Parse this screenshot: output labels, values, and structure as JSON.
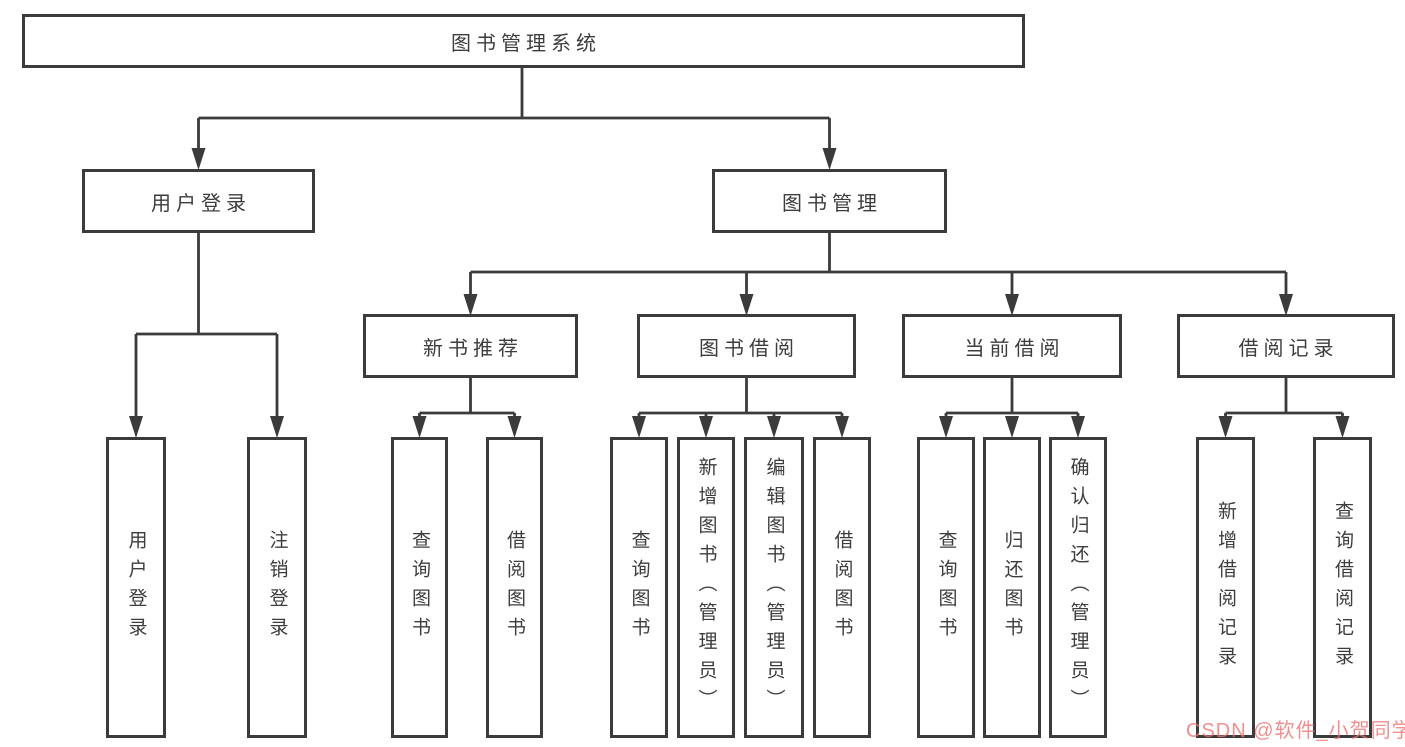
{
  "diagram": {
    "tree": {
      "label": "图书管理系统",
      "children": [
        {
          "label": "用户登录",
          "children": [
            {
              "label": "用户登录"
            },
            {
              "label": "注销登录"
            }
          ]
        },
        {
          "label": "图书管理",
          "children": [
            {
              "label": "新书推荐",
              "children": [
                {
                  "label": "查询图书"
                },
                {
                  "label": "借阅图书"
                }
              ]
            },
            {
              "label": "图书借阅",
              "children": [
                {
                  "label": "查询图书"
                },
                {
                  "label": "新增图书（管理员）"
                },
                {
                  "label": "编辑图书（管理员）"
                },
                {
                  "label": "借阅图书"
                }
              ]
            },
            {
              "label": "当前借阅",
              "children": [
                {
                  "label": "查询图书"
                },
                {
                  "label": "归还图书"
                },
                {
                  "label": "确认归还（管理员）"
                }
              ]
            },
            {
              "label": "借阅记录",
              "children": [
                {
                  "label": "新增借阅记录"
                },
                {
                  "label": "查询借阅记录"
                }
              ]
            }
          ]
        }
      ]
    },
    "colors": {
      "line": "#3b3b3b",
      "box_border": "#3b3b3b",
      "text": "#3d3d3d",
      "background": "#ffffff",
      "watermark": "#ee7272"
    }
  },
  "watermark": {
    "text": "CSDN @软件_小贺同学"
  }
}
